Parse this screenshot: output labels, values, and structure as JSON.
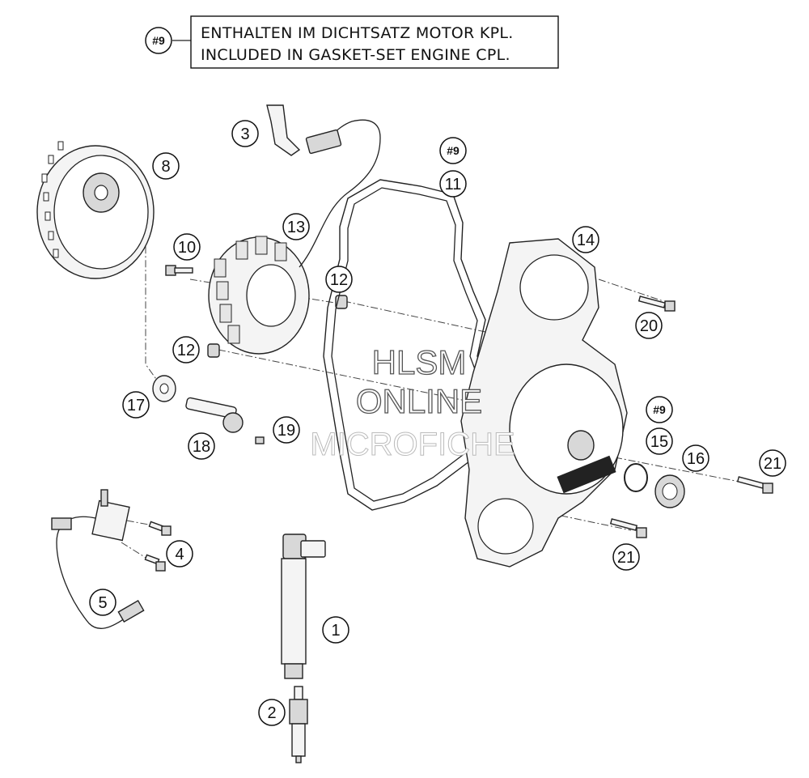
{
  "note": {
    "tag": "#9",
    "line_de": "ENTHALTEN IM DICHTSATZ MOTOR KPL.",
    "line_en": "INCLUDED IN GASKET-SET ENGINE CPL."
  },
  "watermark": {
    "line1": "HLSM",
    "line2": "ONLINE",
    "line3": "MICROFICHE"
  },
  "callouts": {
    "c1": "1",
    "c2": "2",
    "c3": "3",
    "c4": "4",
    "c5": "5",
    "c8": "8",
    "c9a": "#9",
    "c9b": "#9",
    "c10": "10",
    "c11": "11",
    "c12a": "12",
    "c12b": "12",
    "c13": "13",
    "c14": "14",
    "c15": "15",
    "c16": "16",
    "c17": "17",
    "c18": "18",
    "c19": "19",
    "c20": "20",
    "c21a": "21",
    "c21b": "21"
  }
}
